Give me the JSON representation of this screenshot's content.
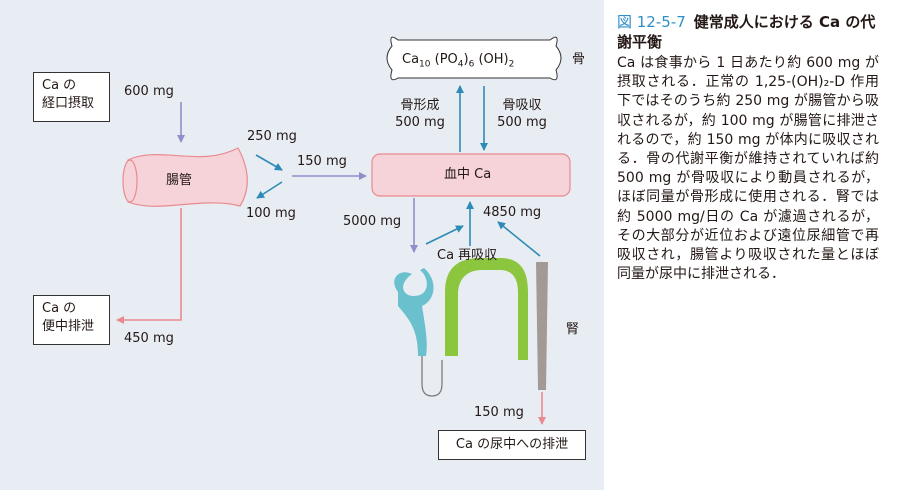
{
  "figure": {
    "number": "図 12-5-7",
    "title": "健常成人における Ca の代謝平衡",
    "body": "Ca は食事から 1 日あたり約 600 mg が摂取される．正常の 1,25-(OH)₂-D 作用下ではそのうち約 250 mg が腸管から吸収されるが，約 100 mg が腸管に排泄されるので，約 150 mg が体内に吸収される．骨の代謝平衡が維持されていれば約 500 mg が骨吸収により動員されるが，ほぼ同量が骨形成に使用される．腎では約 5000 mg/日の Ca が濾過されるが，その大部分が近位および遠位尿細管で再吸収され，腸管より吸収された量とほぼ同量が尿中に排泄される．"
  },
  "nodes": {
    "intake": {
      "line1": "Ca の",
      "line2": "経口摂取"
    },
    "gut": "腸管",
    "blood": "血中 Ca",
    "bone_formula": {
      "base": "Ca",
      "sub1": "10",
      "mid1": " (PO",
      "sub2": "4",
      "mid2": ")",
      "sub3": "6",
      "end": " (OH)",
      "sub4": "2"
    },
    "bone": "骨",
    "fecal": {
      "line1": "Ca の",
      "line2": "便中排泄"
    },
    "kidney": "腎",
    "urine_box": "Ca の尿中への排泄"
  },
  "flows": {
    "intake": "600 mg",
    "absorbed": "250 mg",
    "net": "150 mg",
    "secreted": "100 mg",
    "fecal": "450 mg",
    "bone_formation": {
      "label": "骨形成",
      "amount": "500 mg"
    },
    "bone_resorption": {
      "label": "骨吸収",
      "amount": "500 mg"
    },
    "filtered": "5000 mg",
    "reabsorbed": "4850 mg",
    "reabsorption_label": "Ca 再吸収",
    "urinary": "150 mg"
  },
  "colors": {
    "panel": "#e8edf4",
    "arrow_purple": "#8f8fcc",
    "arrow_blue": "#2d8bb5",
    "arrow_pink": "#e98a8f",
    "organ_pink": "#f5d3d8",
    "tubule_blue": "#6ac0cc",
    "tubule_green": "#8cc63f",
    "duct_gray": "#a39a96",
    "caption_blue": "#2f8fc7"
  }
}
